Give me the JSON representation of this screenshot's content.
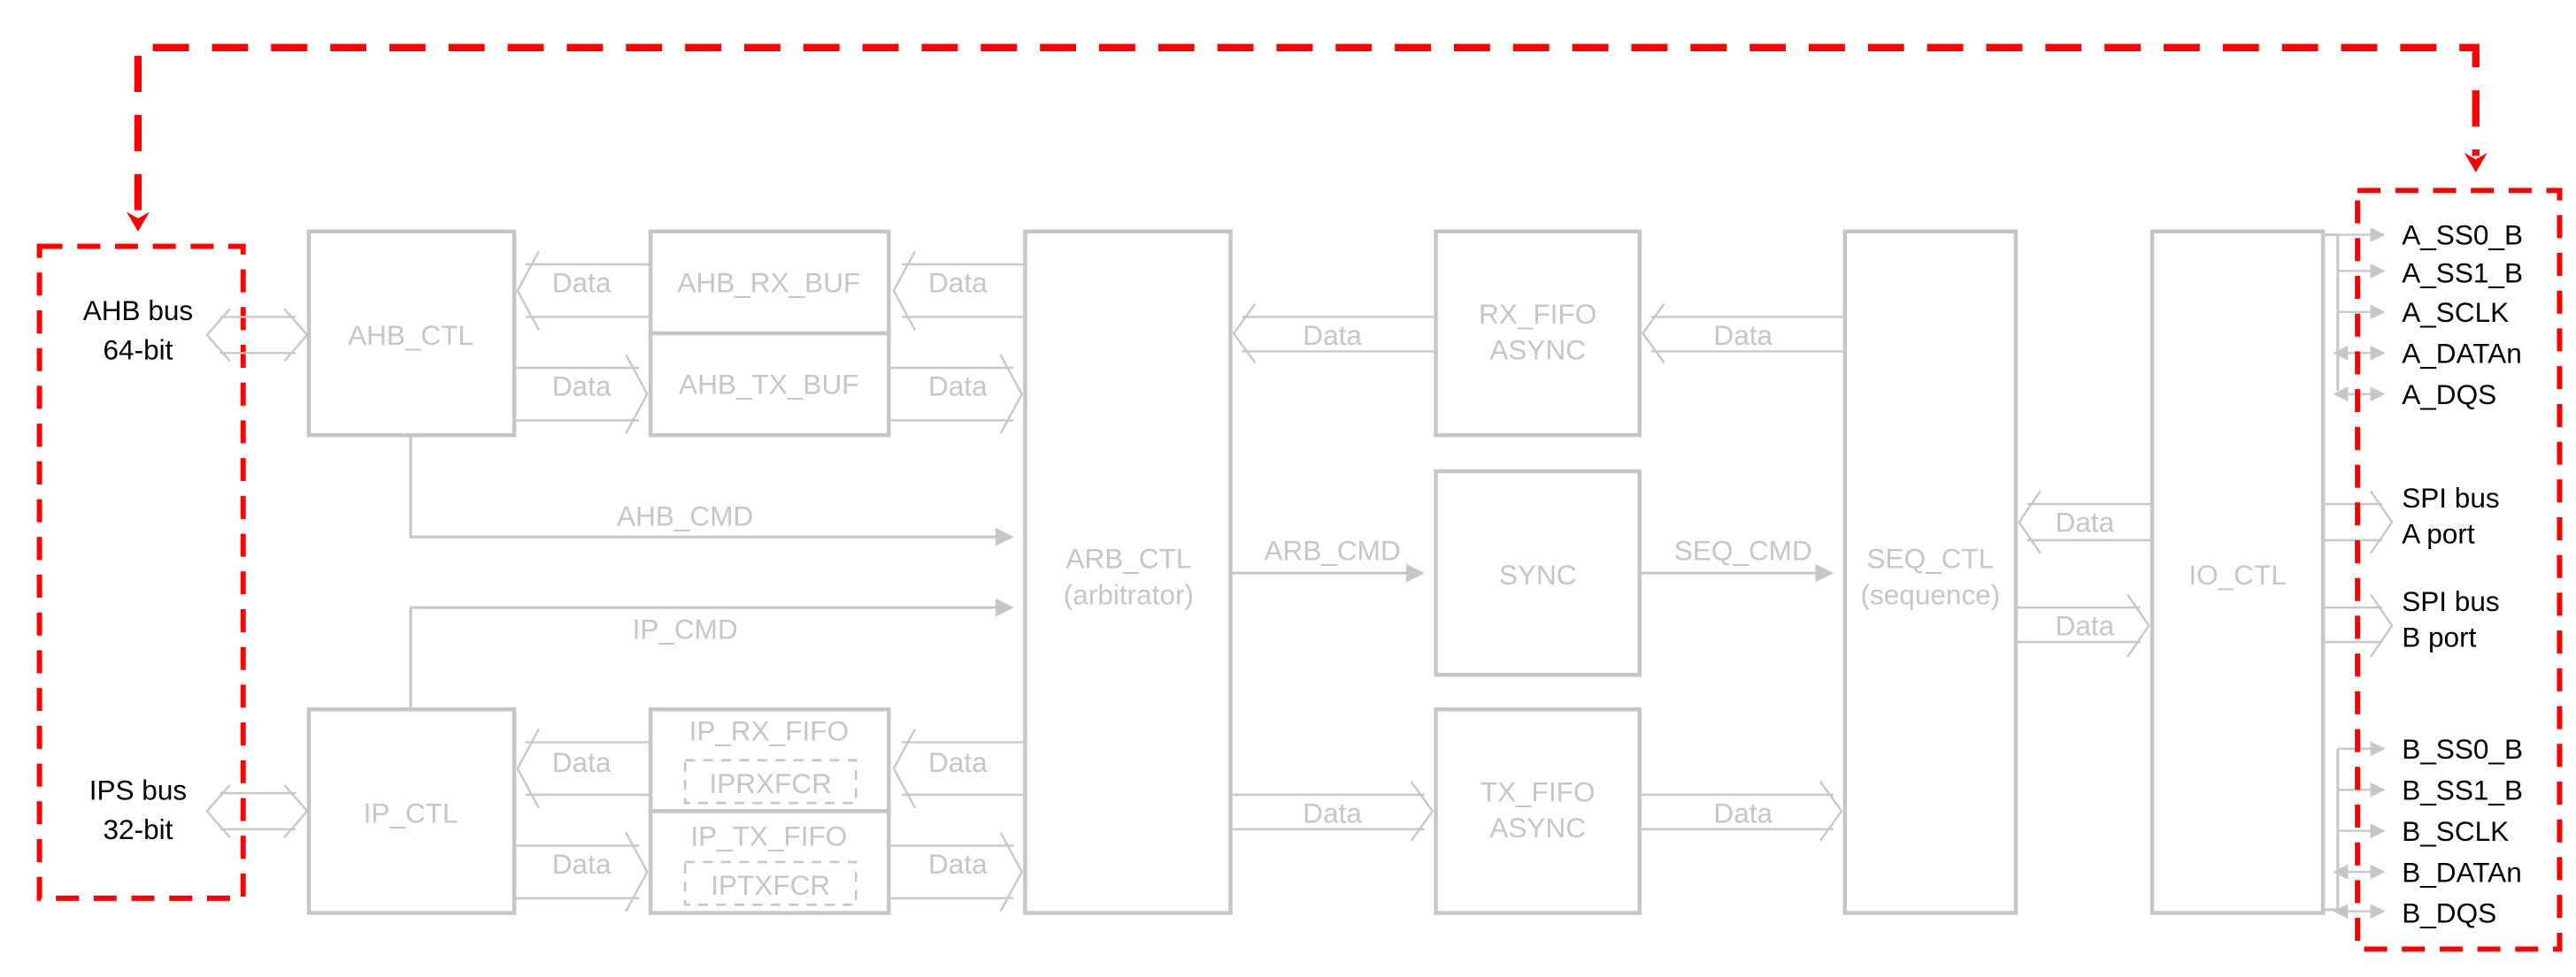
{
  "diagram": {
    "title": "FlexSPI controller block diagram",
    "colors": {
      "highlight": "#ff0000",
      "block": "#c6c6c6",
      "external_text": "#000000"
    },
    "external_left": {
      "ahb_bus": [
        "AHB bus",
        "64-bit"
      ],
      "ips_bus": [
        "IPS bus",
        "32-bit"
      ]
    },
    "blocks": {
      "ahb_ctl": "AHB_CTL",
      "ahb_rx_buf": "AHB_RX_BUF",
      "ahb_tx_buf": "AHB_TX_BUF",
      "ip_ctl": "IP_CTL",
      "ip_rx_fifo": "IP_RX_FIFO",
      "iprxfcr": "IPRXFCR",
      "ip_tx_fifo": "IP_TX_FIFO",
      "iptxfcr": "IPTXFCR",
      "arb_ctl": [
        "ARB_CTL",
        "(arbitrator)"
      ],
      "rx_fifo_async": [
        "RX_FIFO",
        "ASYNC"
      ],
      "sync": "SYNC",
      "tx_fifo_async": [
        "TX_FIFO",
        "ASYNC"
      ],
      "seq_ctl": [
        "SEQ_CTL",
        "(sequence)"
      ],
      "io_ctl": "IO_CTL"
    },
    "signals": {
      "data": "Data",
      "ahb_cmd": "AHB_CMD",
      "ip_cmd": "IP_CMD",
      "arb_cmd": "ARB_CMD",
      "seq_cmd": "SEQ_CMD"
    },
    "external_right": {
      "port_a_pins": [
        "A_SS0_B",
        "A_SS1_B",
        "A_SCLK",
        "A_DATAn",
        "A_DQS"
      ],
      "spi_a": [
        "SPI bus",
        "A port"
      ],
      "spi_b": [
        "SPI bus",
        "B port"
      ],
      "port_b_pins": [
        "B_SS0_B",
        "B_SS1_B",
        "B_SCLK",
        "B_DATAn",
        "B_DQS"
      ]
    }
  }
}
